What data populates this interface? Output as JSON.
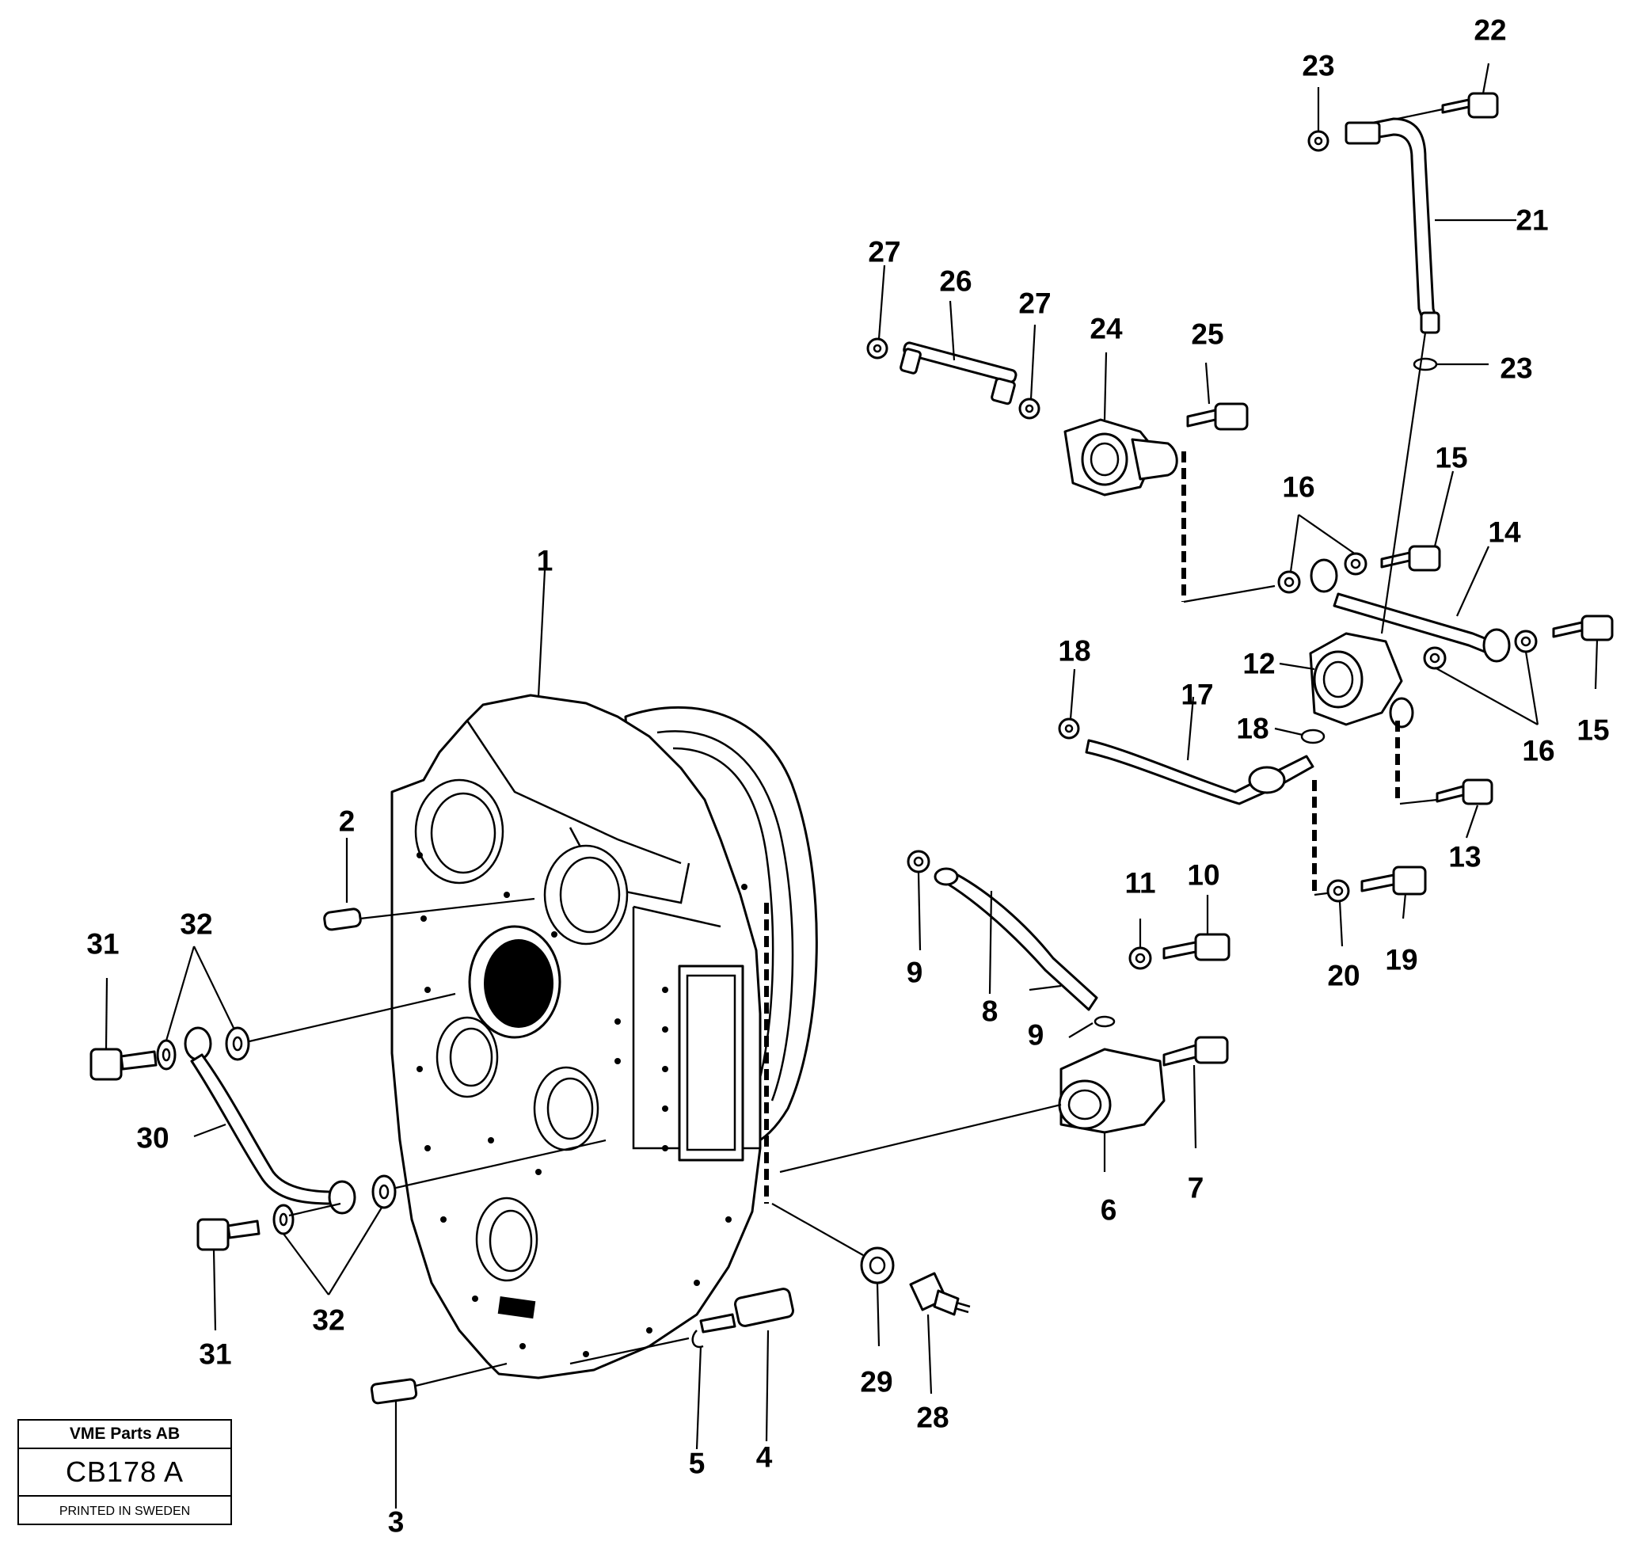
{
  "diagram": {
    "callouts": [
      {
        "id": "c1",
        "text": "1"
      },
      {
        "id": "c2",
        "text": "2"
      },
      {
        "id": "c3",
        "text": "3"
      },
      {
        "id": "c4",
        "text": "4"
      },
      {
        "id": "c5",
        "text": "5"
      },
      {
        "id": "c6",
        "text": "6"
      },
      {
        "id": "c7",
        "text": "7"
      },
      {
        "id": "c8",
        "text": "8"
      },
      {
        "id": "c9a",
        "text": "9"
      },
      {
        "id": "c9b",
        "text": "9"
      },
      {
        "id": "c10",
        "text": "10"
      },
      {
        "id": "c11",
        "text": "11"
      },
      {
        "id": "c12",
        "text": "12"
      },
      {
        "id": "c13",
        "text": "13"
      },
      {
        "id": "c14",
        "text": "14"
      },
      {
        "id": "c15a",
        "text": "15"
      },
      {
        "id": "c15b",
        "text": "15"
      },
      {
        "id": "c16a",
        "text": "16"
      },
      {
        "id": "c16b",
        "text": "16"
      },
      {
        "id": "c17",
        "text": "17"
      },
      {
        "id": "c18a",
        "text": "18"
      },
      {
        "id": "c18b",
        "text": "18"
      },
      {
        "id": "c19",
        "text": "19"
      },
      {
        "id": "c20",
        "text": "20"
      },
      {
        "id": "c21",
        "text": "21"
      },
      {
        "id": "c22",
        "text": "22"
      },
      {
        "id": "c23a",
        "text": "23"
      },
      {
        "id": "c23b",
        "text": "23"
      },
      {
        "id": "c24",
        "text": "24"
      },
      {
        "id": "c25",
        "text": "25"
      },
      {
        "id": "c26",
        "text": "26"
      },
      {
        "id": "c27a",
        "text": "27"
      },
      {
        "id": "c27b",
        "text": "27"
      },
      {
        "id": "c28",
        "text": "28"
      },
      {
        "id": "c29",
        "text": "29"
      },
      {
        "id": "c30",
        "text": "30"
      },
      {
        "id": "c31a",
        "text": "31"
      },
      {
        "id": "c31b",
        "text": "31"
      },
      {
        "id": "c32a",
        "text": "32"
      },
      {
        "id": "c32b",
        "text": "32"
      }
    ]
  },
  "title_block": {
    "company": "VME Parts AB",
    "code": "CB178 A",
    "printed": "PRINTED IN SWEDEN"
  }
}
